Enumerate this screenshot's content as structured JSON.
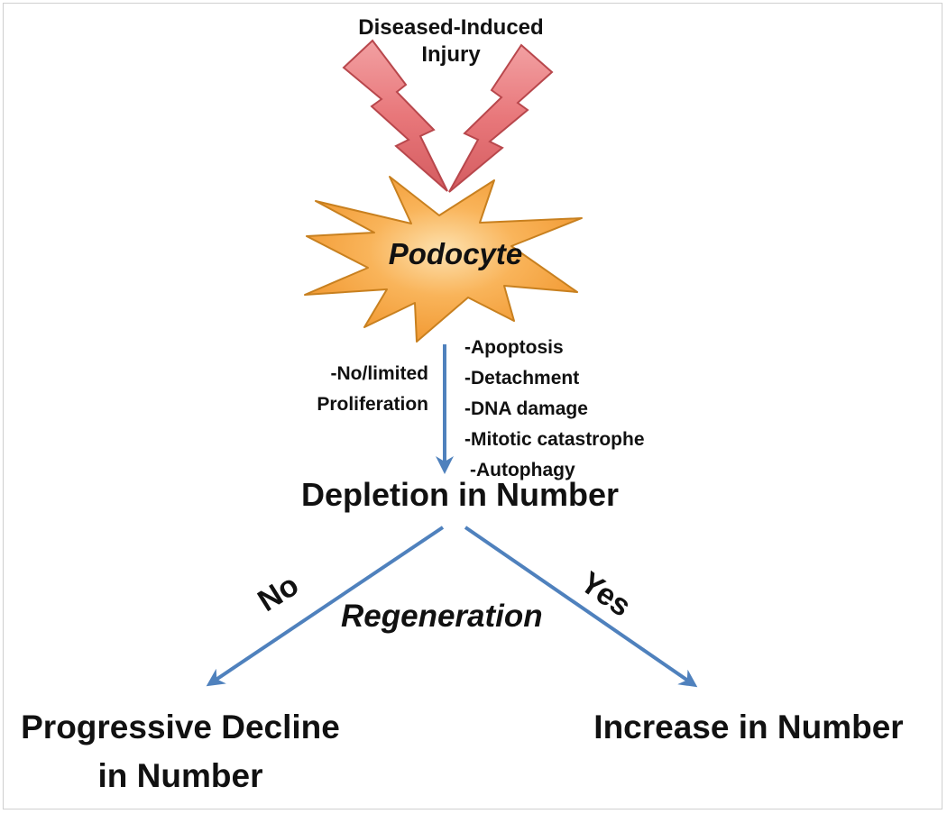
{
  "injury": {
    "line1": "Diseased-Induced",
    "line2": "Injury"
  },
  "center": {
    "label": "Podocyte"
  },
  "left_label": {
    "line1": "-No/limited",
    "line2": "Proliferation"
  },
  "mechanisms": [
    "-Apoptosis",
    "-Detachment",
    "-DNA damage",
    "-Mitotic catastrophe",
    "-Autophagy"
  ],
  "depletion": "Depletion in Number",
  "regeneration": "Regeneration",
  "branch_no": "No",
  "branch_yes": "Yes",
  "outcome_left": {
    "line1": "Progressive Decline",
    "line2": "in Number"
  },
  "outcome_right": "Increase in Number",
  "colors": {
    "bolt_fill": "#e8777a",
    "bolt_stroke": "#b8474c",
    "star_fill": "#f7a94a",
    "star_stroke": "#c8801f",
    "arrow": "#4f81bd"
  }
}
